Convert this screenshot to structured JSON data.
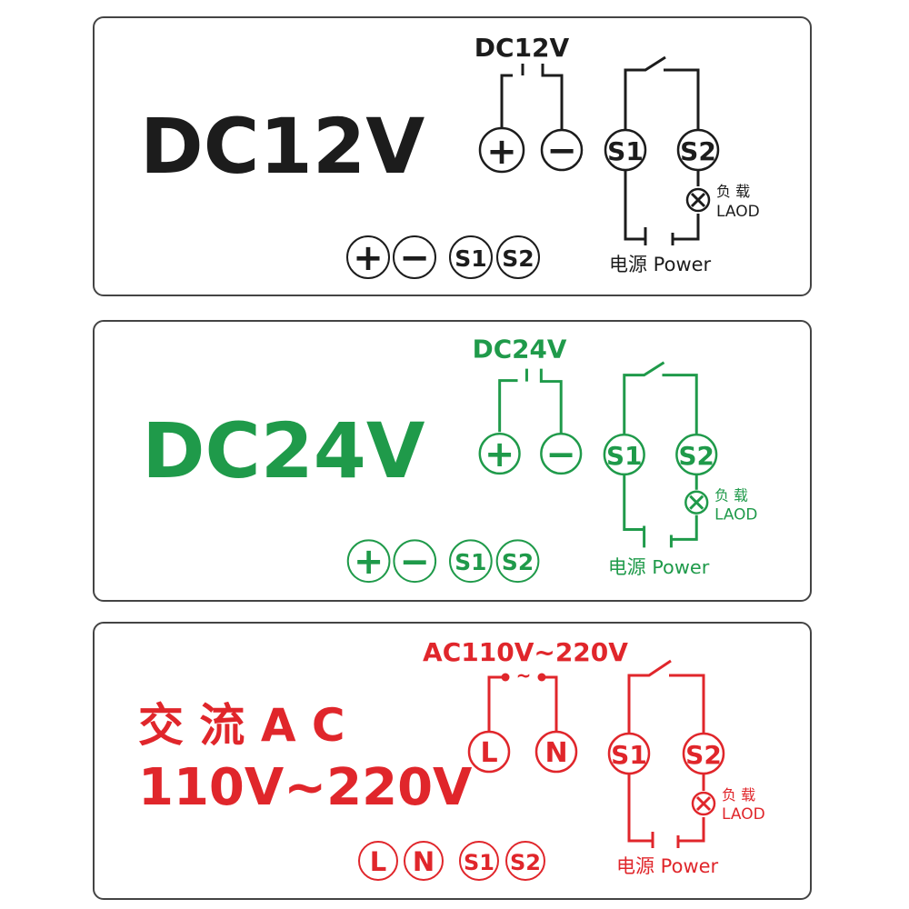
{
  "panels": [
    {
      "color": "#1c1c1c",
      "big_label": "DC12V",
      "supply_label": "DC12V",
      "terminals": [
        "+",
        "−",
        "S1",
        "S2"
      ],
      "load_cn": "负  载",
      "load_en": "LAOD",
      "power_label": "电源 Power",
      "strip": [
        "+",
        "−",
        "S1",
        "S2"
      ]
    },
    {
      "color": "#1f9a4a",
      "big_label": "DC24V",
      "supply_label": "DC24V",
      "terminals": [
        "+",
        "−",
        "S1",
        "S2"
      ],
      "load_cn": "负  载",
      "load_en": "LAOD",
      "power_label": "电源 Power",
      "strip": [
        "+",
        "−",
        "S1",
        "S2"
      ]
    },
    {
      "color": "#e0262b",
      "big_label_line1": "交 流 A C",
      "big_label_line2": "110V~220V",
      "supply_label": "AC110V~220V",
      "supply_tilde": "~",
      "terminals": [
        "L",
        "N",
        "S1",
        "S2"
      ],
      "load_cn": "负  载",
      "load_en": "LAOD",
      "power_label": "电源 Power",
      "strip": [
        "L",
        "N",
        "S1",
        "S2"
      ]
    }
  ]
}
